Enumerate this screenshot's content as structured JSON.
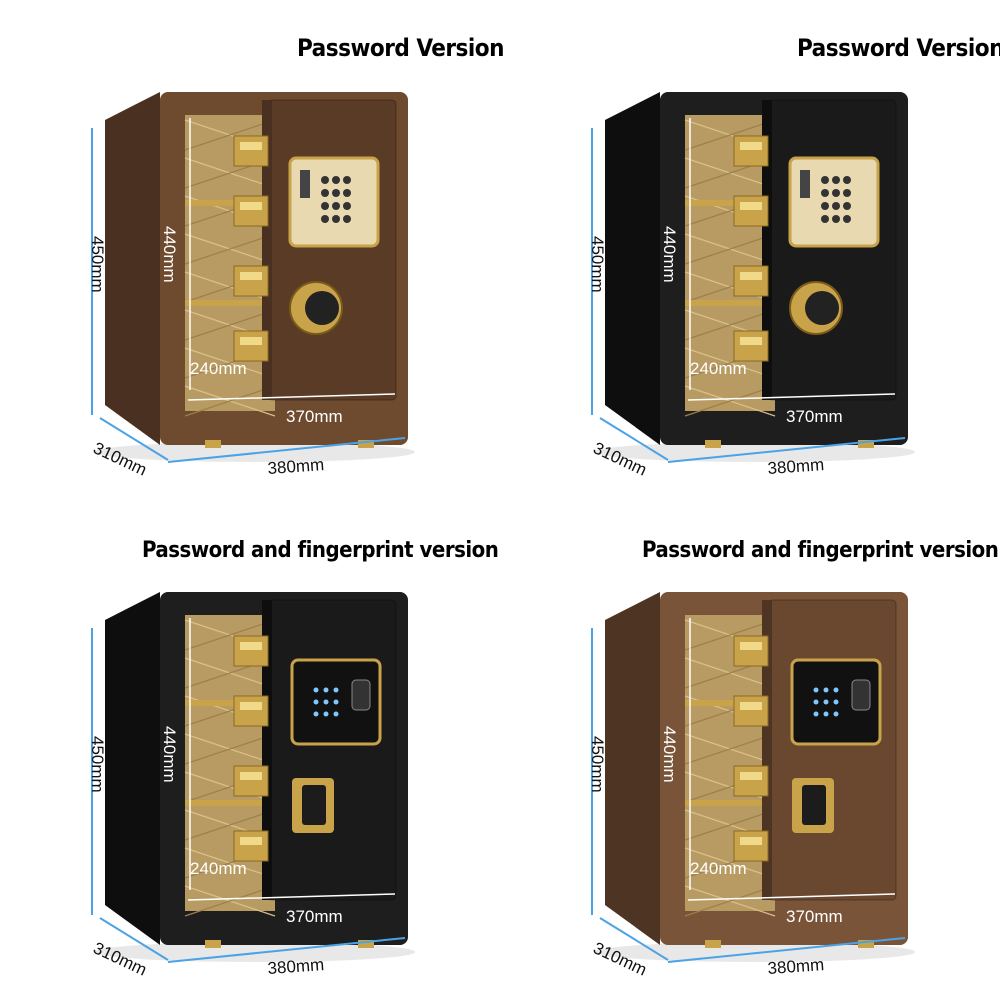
{
  "panels": [
    {
      "id": "tl",
      "title": "Password Version",
      "variant": "password",
      "body_color": "#6e4a2f",
      "body_dark": "#4a3020",
      "door_color": "#5a3b25"
    },
    {
      "id": "tr",
      "title": "Password Version",
      "variant": "password",
      "body_color": "#1e1e1e",
      "body_dark": "#0e0e0e",
      "door_color": "#1a1a1a"
    },
    {
      "id": "bl",
      "title": "Password and fingerprint version",
      "variant": "fingerprint",
      "body_color": "#1e1e1e",
      "body_dark": "#0e0e0e",
      "door_color": "#1a1a1a"
    },
    {
      "id": "br",
      "title": "Password and fingerprint version",
      "variant": "fingerprint",
      "body_color": "#7a5438",
      "body_dark": "#4e3422",
      "door_color": "#6a4830"
    }
  ],
  "dimensions": {
    "height_outer": "450mm",
    "height_inner": "440mm",
    "depth_inner": "240mm",
    "width_inner": "370mm",
    "width_outer": "380mm",
    "depth_outer": "310mm"
  },
  "colors": {
    "gold": "#c9a34a",
    "gold_light": "#f1d98a",
    "dim_line": "#4aa3e6",
    "interior": "#b89b63"
  }
}
